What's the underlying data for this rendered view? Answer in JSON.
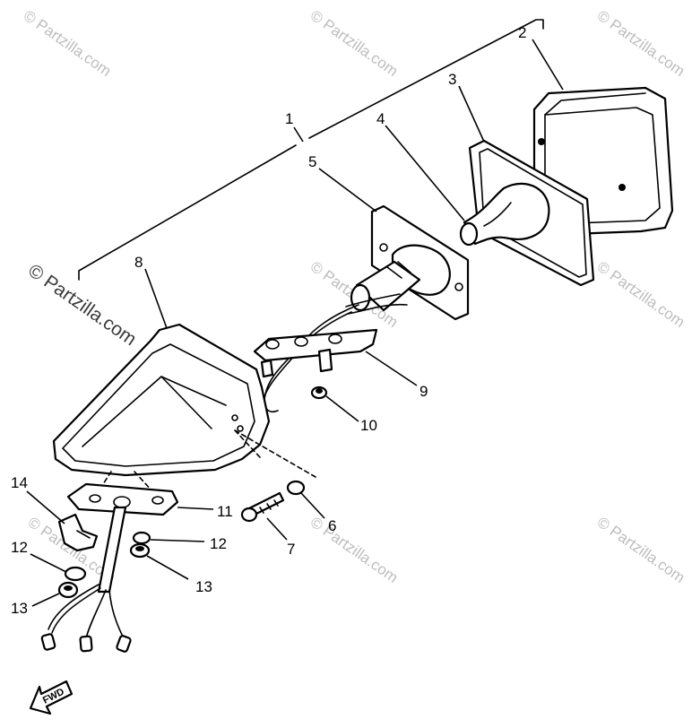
{
  "watermark": {
    "text": "© Partzilla.com",
    "color": "#bdbdbd",
    "prominent_color": "#3a3a3a"
  },
  "direction_tag": {
    "label": "FWD"
  },
  "callouts": {
    "c1": "1",
    "c2": "2",
    "c3": "3",
    "c4": "4",
    "c5": "5",
    "c6": "6",
    "c7": "7",
    "c8": "8",
    "c9": "9",
    "c10": "10",
    "c11": "11",
    "c12a": "12",
    "c12b": "12",
    "c13a": "13",
    "c13b": "13",
    "c14": "14"
  }
}
